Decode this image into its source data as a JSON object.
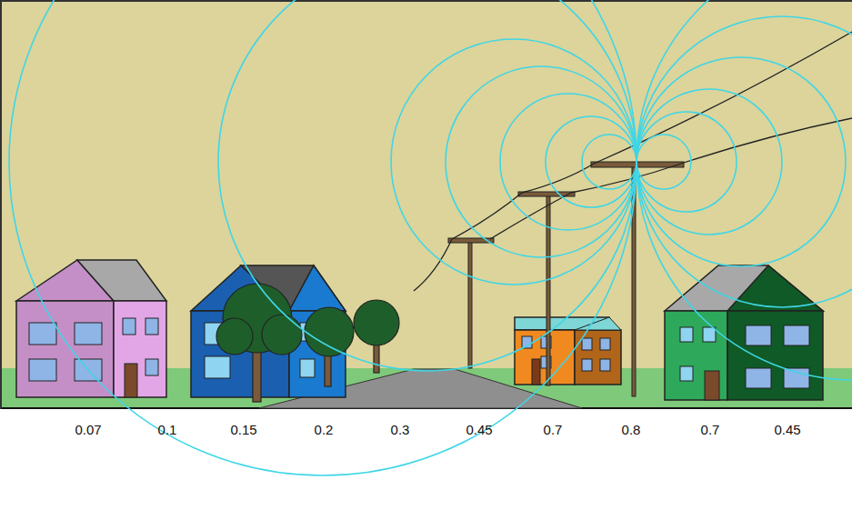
{
  "diagram": {
    "labels": [
      "0.07",
      "0.1",
      "0.15",
      "0.2",
      "0.3",
      "0.45",
      "0.7",
      "0.8",
      "0.7",
      "0.45"
    ]
  }
}
